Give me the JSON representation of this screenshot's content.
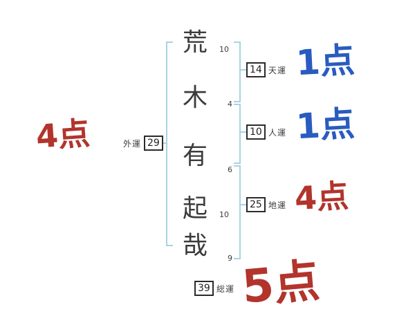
{
  "name": {
    "chars": [
      {
        "char": "荒",
        "strokes": "10"
      },
      {
        "char": "木",
        "strokes": "4"
      },
      {
        "char": "有",
        "strokes": "6"
      },
      {
        "char": "起",
        "strokes": "10"
      },
      {
        "char": "哉",
        "strokes": "9"
      }
    ]
  },
  "fortunes": {
    "ten": {
      "value": "14",
      "label": "天運"
    },
    "jin": {
      "value": "10",
      "label": "人運"
    },
    "chi": {
      "value": "25",
      "label": "地運"
    },
    "sou": {
      "value": "39",
      "label": "総運"
    },
    "gai": {
      "value": "29",
      "label": "外運"
    }
  },
  "scores": {
    "gai": "4点",
    "ten": "1点",
    "jin": "1点",
    "chi": "4点",
    "sou": "5点"
  },
  "colors": {
    "score_red": "#b2342c",
    "score_blue": "#2a5cbf",
    "bracket_blue": "#a6d3e4",
    "ink": "#3c3c3c"
  }
}
